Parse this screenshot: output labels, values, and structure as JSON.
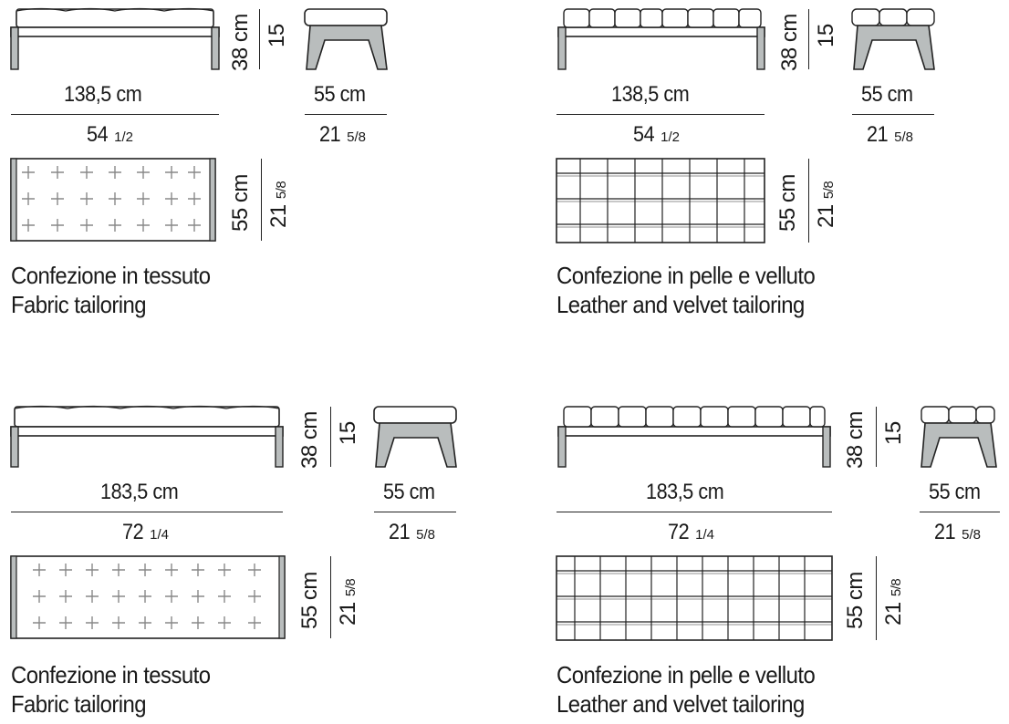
{
  "panels": [
    {
      "id": "p1",
      "width_label": "138,5 cm",
      "width_inch_whole": "54",
      "width_inch_frac": "1/2",
      "height_label": "38 cm",
      "seat_height": "15",
      "depth_label": "55 cm",
      "depth_inch_whole": "21",
      "depth_inch_frac": "5/8",
      "plan_depth_label": "55 cm",
      "plan_depth_inch_whole": "21",
      "plan_depth_inch_frac": "5/8",
      "caption_it": "Confezione in tessuto",
      "caption_en": "Fabric tailoring"
    },
    {
      "id": "p2",
      "width_label": "138,5 cm",
      "width_inch_whole": "54",
      "width_inch_frac": "1/2",
      "height_label": "38 cm",
      "seat_height": "15",
      "depth_label": "55 cm",
      "depth_inch_whole": "21",
      "depth_inch_frac": "5/8",
      "plan_depth_label": "55 cm",
      "plan_depth_inch_whole": "21",
      "plan_depth_inch_frac": "5/8",
      "caption_it": "Confezione in pelle e velluto",
      "caption_en": "Leather and velvet tailoring"
    },
    {
      "id": "p3",
      "width_label": "183,5 cm",
      "width_inch_whole": "72",
      "width_inch_frac": "1/4",
      "height_label": "38 cm",
      "seat_height": "15",
      "depth_label": "55 cm",
      "depth_inch_whole": "21",
      "depth_inch_frac": "5/8",
      "plan_depth_label": "55 cm",
      "plan_depth_inch_whole": "21",
      "plan_depth_inch_frac": "5/8",
      "caption_it": "Confezione in tessuto",
      "caption_en": "Fabric tailoring"
    },
    {
      "id": "p4",
      "width_label": "183,5 cm",
      "width_inch_whole": "72",
      "width_inch_frac": "1/4",
      "height_label": "38 cm",
      "seat_height": "15",
      "depth_label": "55 cm",
      "depth_inch_whole": "21",
      "depth_inch_frac": "5/8",
      "plan_depth_label": "55 cm",
      "plan_depth_inch_whole": "21",
      "plan_depth_inch_frac": "5/8",
      "caption_it": "Confezione in pelle e velluto",
      "caption_en": "Leather and velvet tailoring"
    }
  ],
  "colors": {
    "line": "#222222",
    "leg_fill": "#b9bdbd",
    "tuft": "#888888"
  }
}
